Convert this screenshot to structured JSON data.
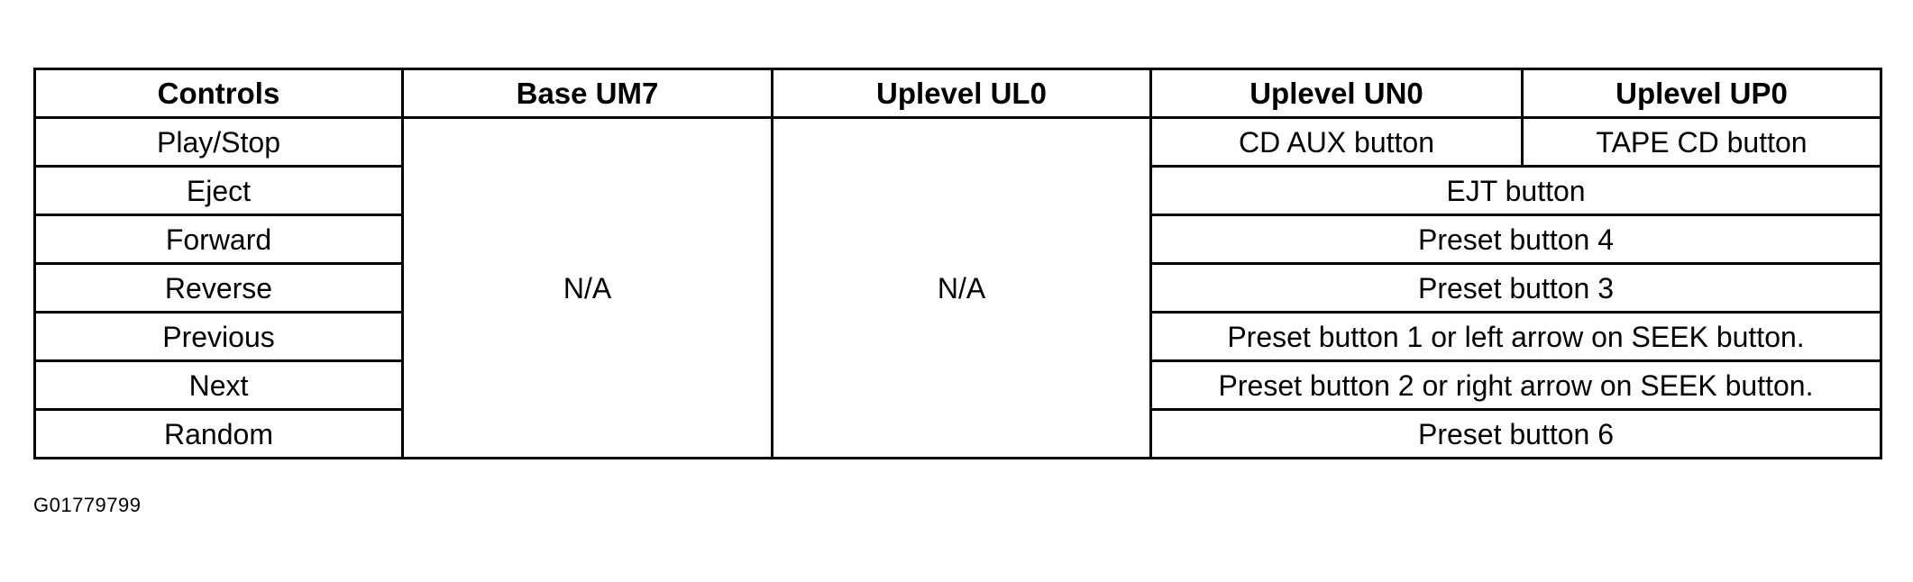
{
  "table": {
    "headers": [
      "Controls",
      "Base UM7",
      "Uplevel UL0",
      "Uplevel UN0",
      "Uplevel UP0"
    ],
    "base_um7": "N/A",
    "uplevel_ul0": "N/A",
    "rows": [
      {
        "control": "Play/Stop",
        "un0": "CD AUX button",
        "up0": "TAPE CD button"
      },
      {
        "control": "Eject",
        "shared": "EJT button"
      },
      {
        "control": "Forward",
        "shared": "Preset button 4"
      },
      {
        "control": "Reverse",
        "shared": "Preset button 3"
      },
      {
        "control": "Previous",
        "shared": "Preset button 1 or left arrow on SEEK button."
      },
      {
        "control": "Next",
        "shared": "Preset button 2 or right arrow on SEEK button."
      },
      {
        "control": "Random",
        "shared": "Preset button 6"
      }
    ]
  },
  "figure_id": "G01779799"
}
